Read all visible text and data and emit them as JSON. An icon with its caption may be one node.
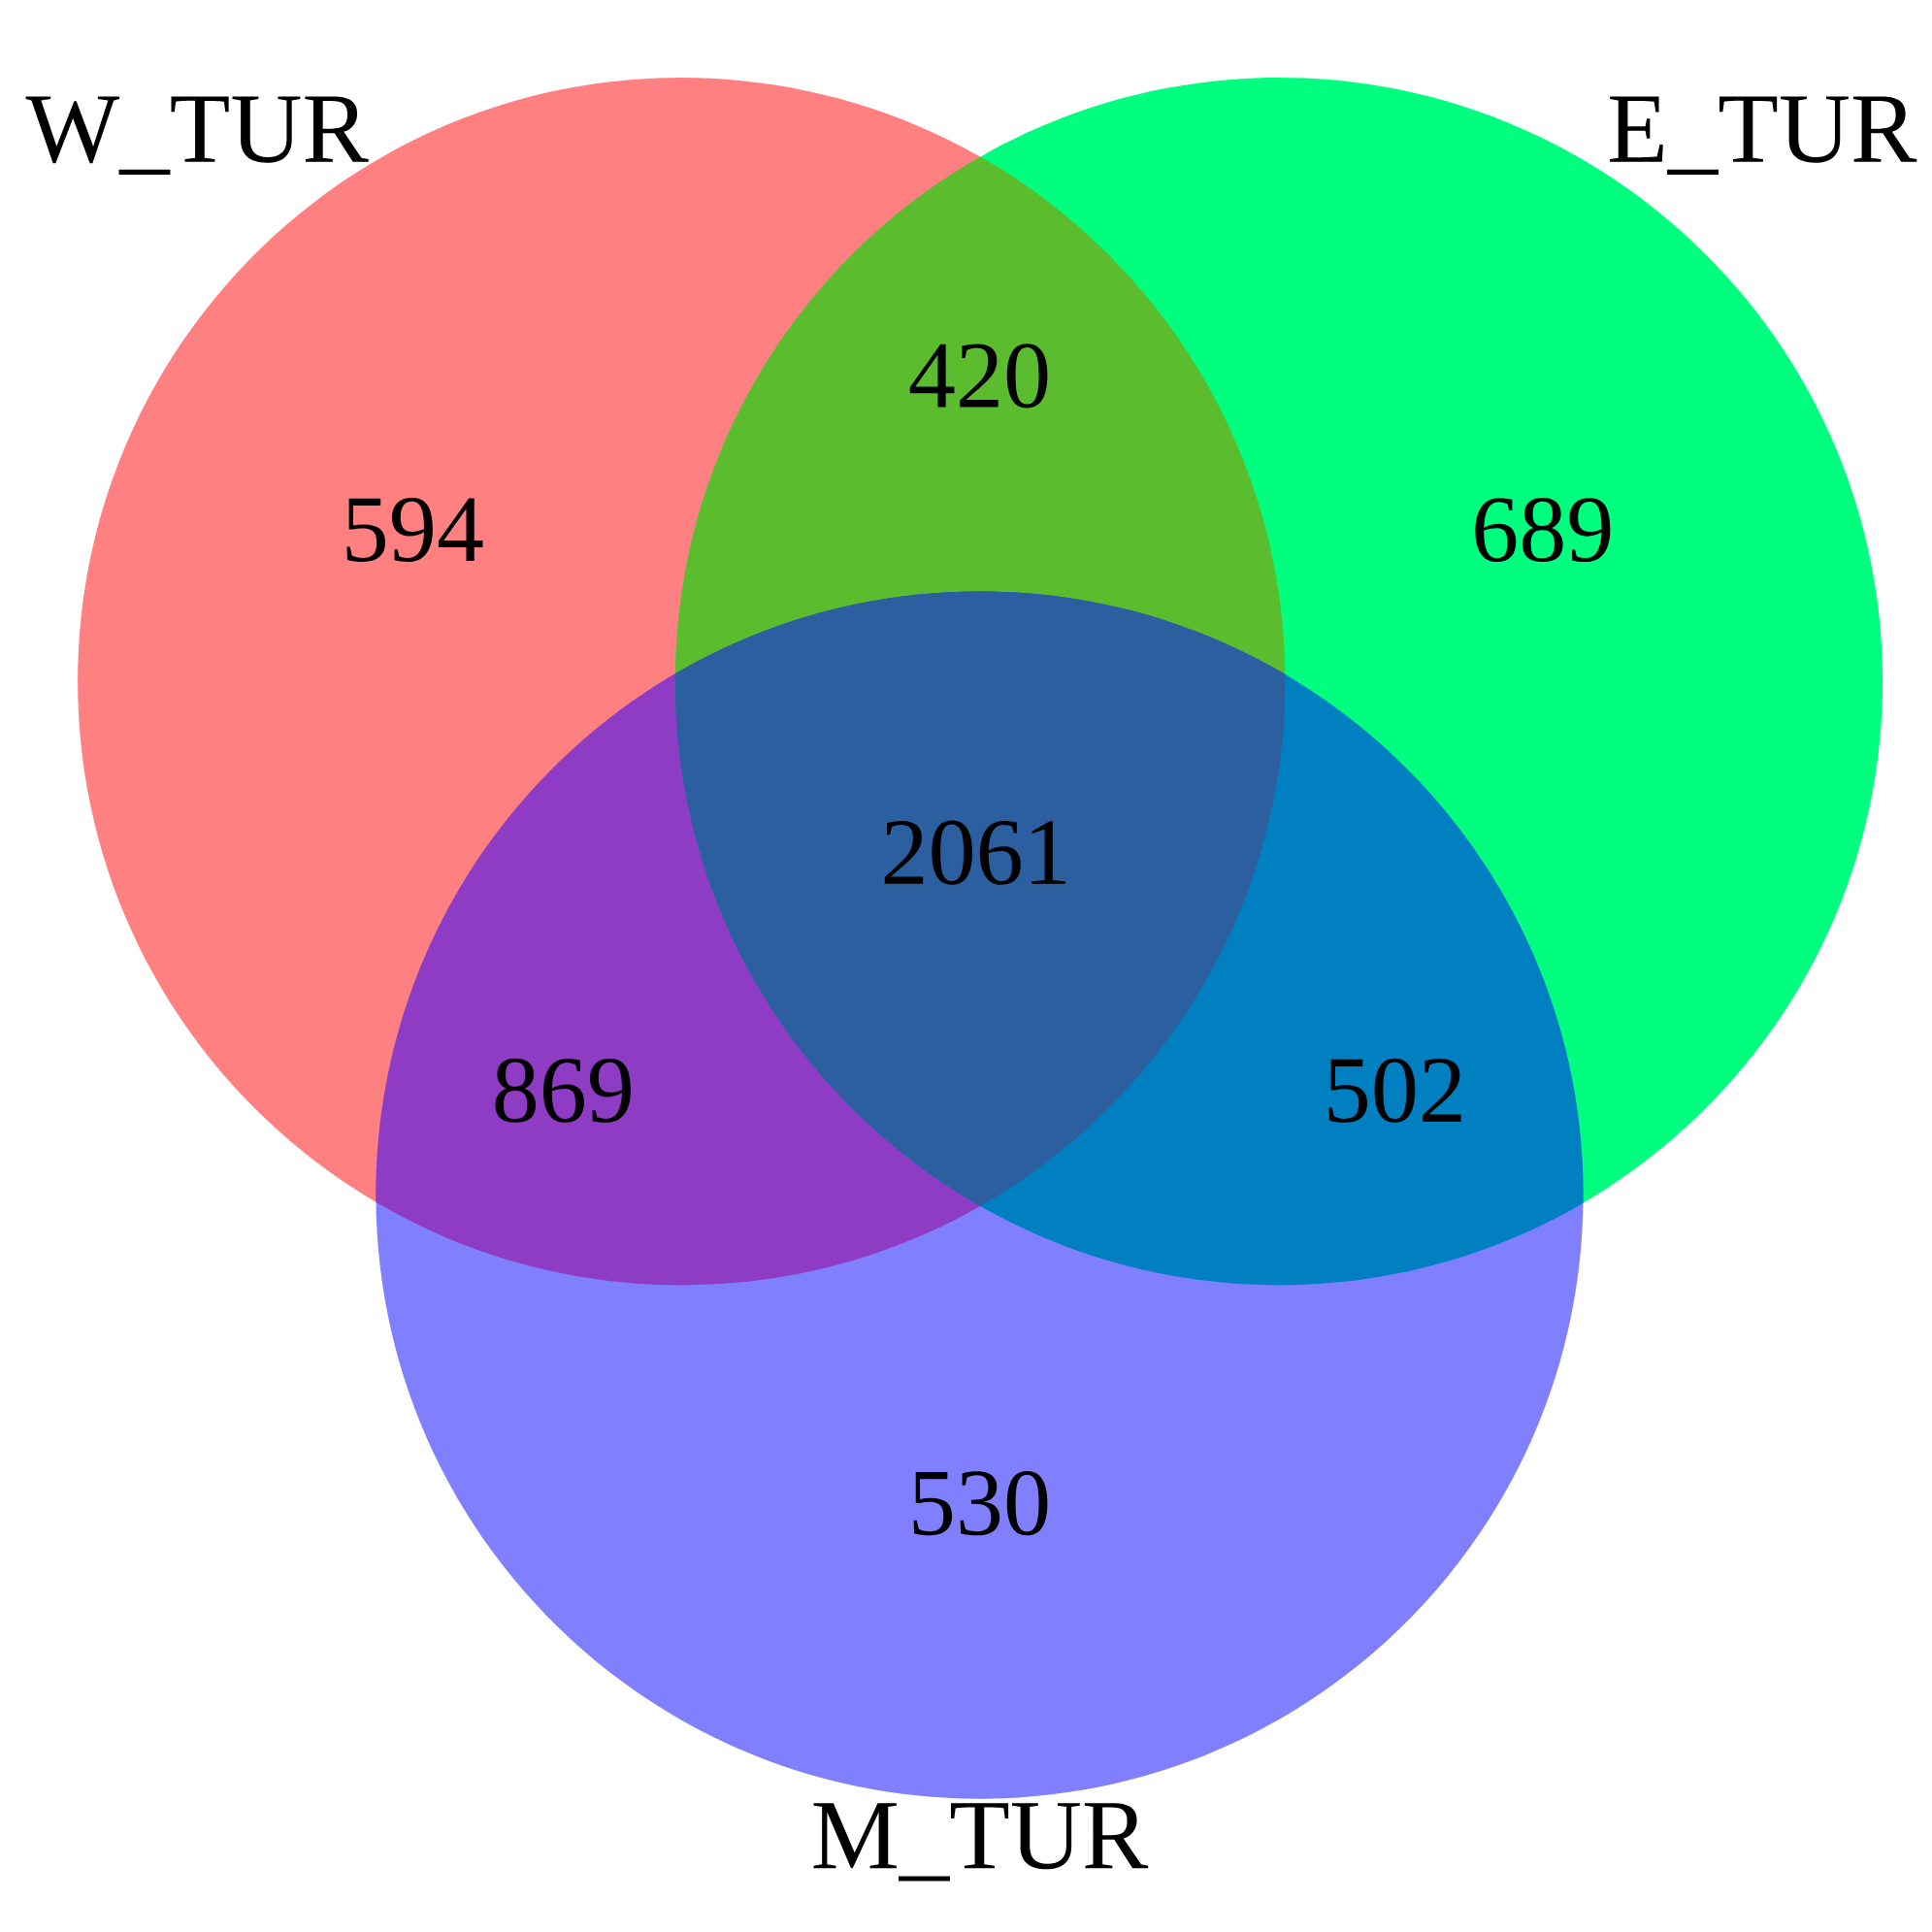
{
  "diagram": {
    "nodes": [
      {
        "text": [
          "W_TUR"
        ]
      },
      {
        "text": [
          "E_TUR"
        ]
      },
      {
        "text": [
          "M_TUR"
        ]
      }
    ],
    "labels": [
      "420",
      "594",
      "689",
      "2061",
      "869",
      "502",
      "530"
    ]
  }
}
